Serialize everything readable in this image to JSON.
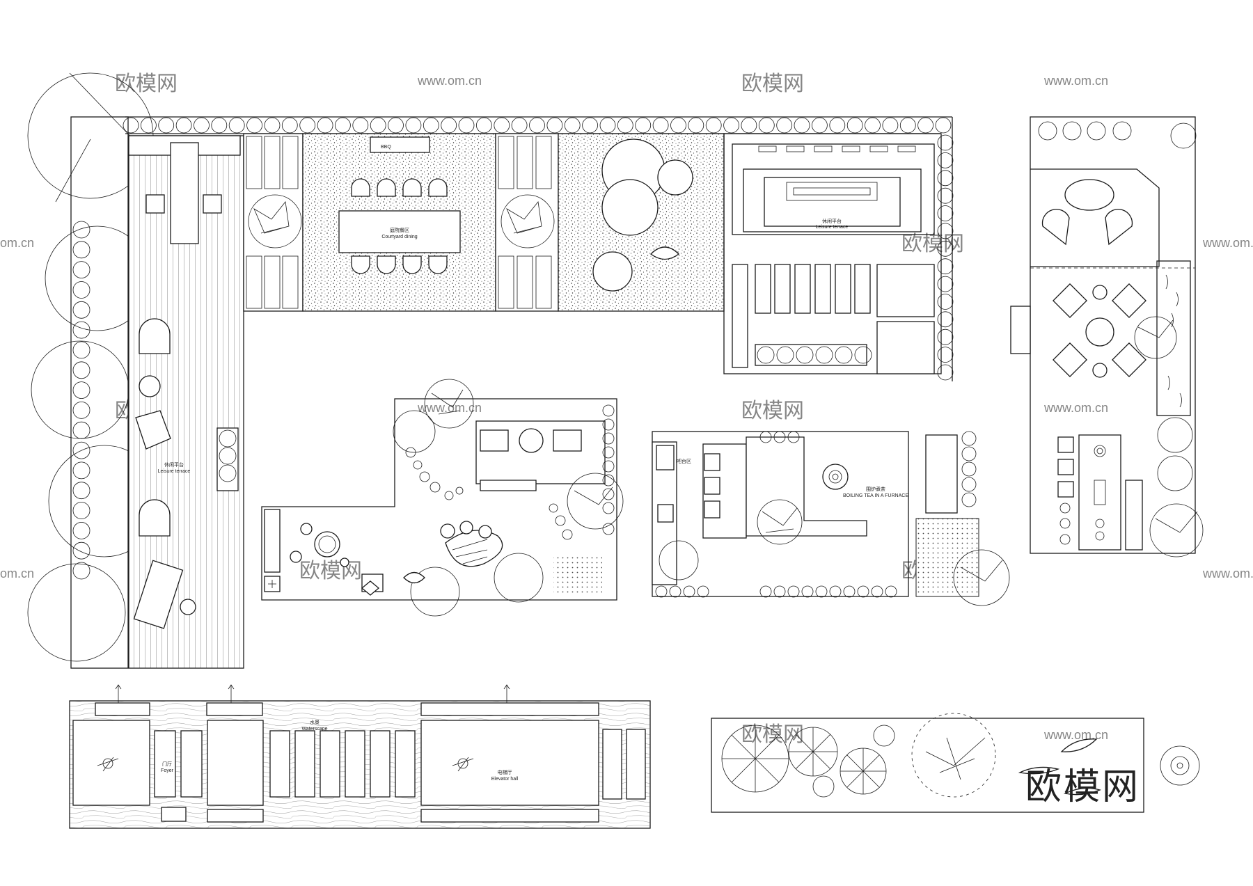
{
  "brand": {
    "logo_text": "欧模网"
  },
  "watermark": {
    "cn": "欧模网",
    "url": "www.om.cn",
    "url_short": "om.cn"
  },
  "labels": {
    "bbq": "BBQ",
    "courtyard_dining_cn": "庭院餐区",
    "courtyard_dining_en": "Courtyard dining",
    "leisure_terrace_top_cn": "休闲平台",
    "leisure_terrace_top_en": "Leisure terrace",
    "leisure_terrace_left_cn": "休闲平台",
    "leisure_terrace_left_en": "Leisure terrace",
    "bar_cn": "吧台区",
    "boiling_tea_cn": "围炉煮茶",
    "boiling_tea_en": "BOILING TEA IN A FURNACE",
    "foyer_cn": "门厅",
    "foyer_en": "Foyer",
    "waterscape_cn": "水景",
    "waterscape_en": "Waterscape",
    "elevator_cn": "电梯厅",
    "elevator_en": "Elevator hall"
  },
  "colors": {
    "line": "#1a1a1a",
    "watermark": "#c9c9c9",
    "brand": "#4a4a4a"
  }
}
